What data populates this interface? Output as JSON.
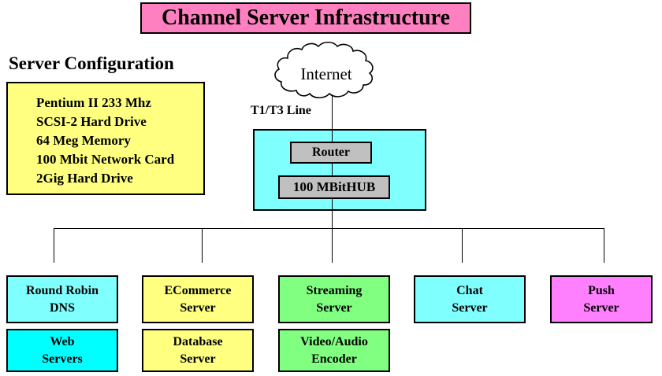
{
  "title": "Channel Server Infrastructure",
  "colors": {
    "title_bg": "#FF80C0",
    "pale_cyan": "#80FFFF",
    "strong_cyan": "#00FFFF",
    "yellow": "#FFFF80",
    "green": "#80FF80",
    "magenta": "#FF80FF",
    "gray": "#C0C0C0",
    "line": "#000000"
  },
  "server_configuration": {
    "heading": "Server Configuration",
    "specs": [
      "Pentium II 233 Mhz",
      "SCSI-2 Hard Drive",
      "64 Meg Memory",
      "100 Mbit Network Card",
      "2Gig Hard Drive"
    ]
  },
  "network": {
    "cloud_label": "Internet",
    "line_label": "T1/T3 Line",
    "router_label": "Router",
    "hub_label": "100 MBitHUB"
  },
  "servers": {
    "row1": [
      {
        "label": "Round Robin\nDNS",
        "color": "#80FFFF"
      },
      {
        "label": "ECommerce\nServer",
        "color": "#FFFF80"
      },
      {
        "label": "Streaming\nServer",
        "color": "#80FF80"
      },
      {
        "label": "Chat\nServer",
        "color": "#80FFFF"
      },
      {
        "label": "Push\nServer",
        "color": "#FF80FF"
      }
    ],
    "row2": [
      {
        "label": "Web\nServers",
        "color": "#00FFFF"
      },
      {
        "label": "Database\nServer",
        "color": "#FFFF80"
      },
      {
        "label": "Video/Audio\nEncoder",
        "color": "#80FF80"
      }
    ]
  }
}
